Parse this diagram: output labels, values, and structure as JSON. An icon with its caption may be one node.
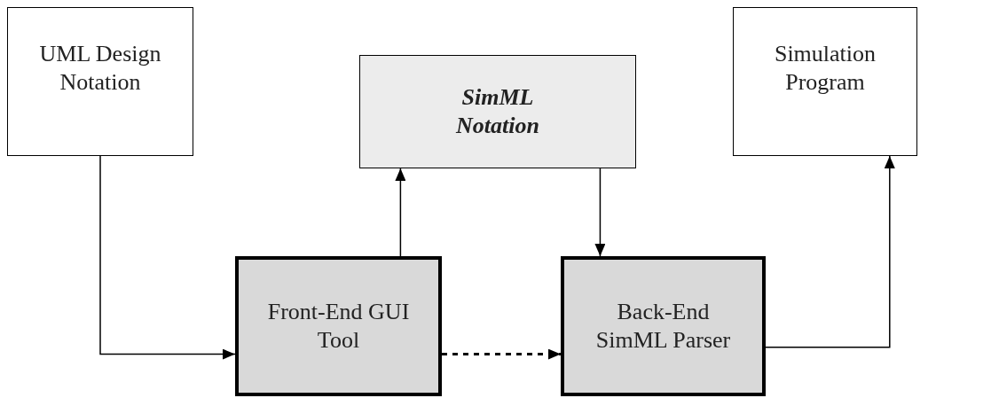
{
  "diagram": {
    "nodes": [
      {
        "text": [
          "UML Design Notation"
        ]
      },
      {
        "text": [
          "SimML Notation"
        ]
      },
      {
        "text": [
          "Simulation Program"
        ]
      },
      {
        "text": [
          "Front-End GUI Tool"
        ]
      },
      {
        "text": [
          "Back-End SimML Parser"
        ]
      }
    ],
    "edges": [
      {
        "from": 0,
        "to": 3,
        "arrow": "to"
      },
      {
        "from": 3,
        "to": 1,
        "arrow": "to"
      },
      {
        "from": 1,
        "to": 4,
        "arrow": "to"
      },
      {
        "from": 3,
        "to": 4,
        "arrow": "to",
        "style": "dashed"
      },
      {
        "from": 4,
        "to": 2,
        "arrow": "to"
      }
    ]
  }
}
